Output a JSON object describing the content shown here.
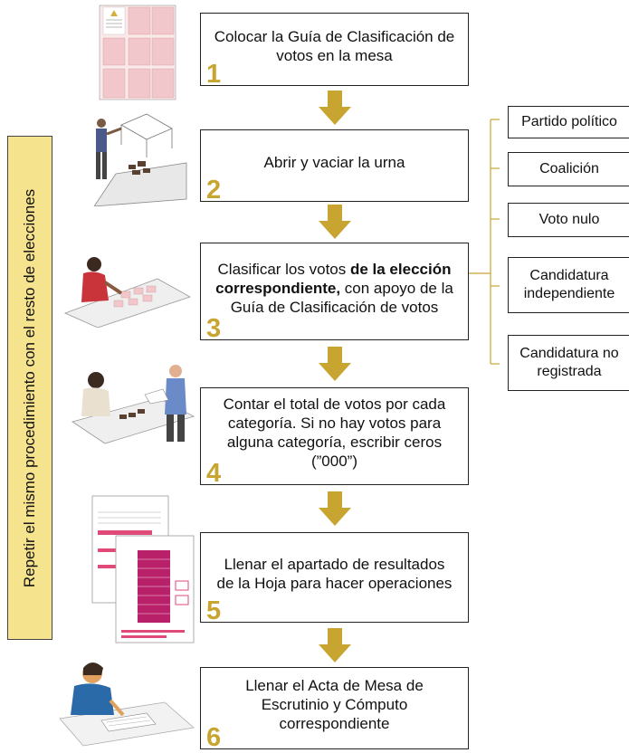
{
  "side_banner": {
    "text": "Repetir el  mismo procedimiento con el resto de elecciones"
  },
  "steps": [
    {
      "number": "1",
      "text": "Colocar la Guía de Clasificación de votos en la mesa"
    },
    {
      "number": "2",
      "text": "Abrir  y vaciar la urna"
    },
    {
      "number": "3",
      "text_before": "Clasificar los votos ",
      "text_bold": "de la elección correspondiente,",
      "text_after": " con apoyo de la Guía de Clasificación de votos"
    },
    {
      "number": "4",
      "text": "Contar el total de votos por cada categoría. Si no hay votos para alguna categoría, escribir ceros (”000”)"
    },
    {
      "number": "5",
      "text": "Llenar el apartado de resultados de la Hoja para hacer operaciones"
    },
    {
      "number": "6",
      "text": "Llenar el Acta de Mesa de Escrutinio y Cómputo correspondiente"
    }
  ],
  "categories": [
    "Partido político",
    "Coalición",
    "Voto nulo",
    "Candidatura independiente",
    "Candidatura no registrada"
  ],
  "colors": {
    "arrow": "#c8a530",
    "step_number": "#c8a530",
    "banner_fill": "#f6e38d",
    "bracket": "#c8a530"
  }
}
